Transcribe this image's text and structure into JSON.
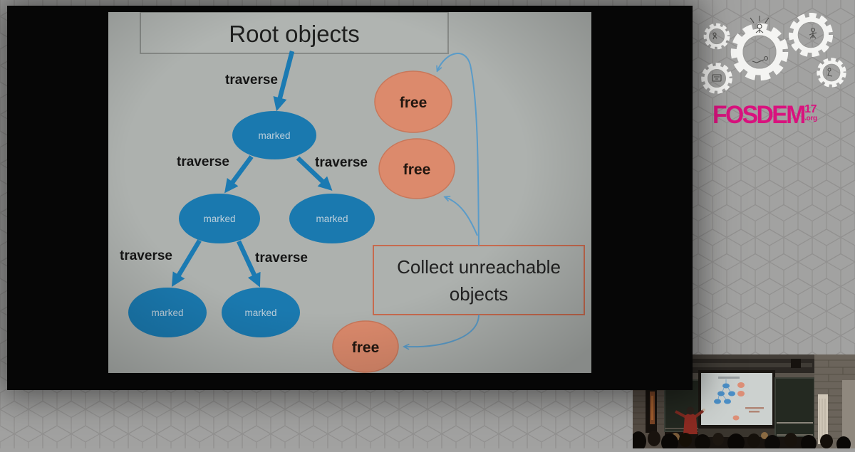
{
  "brand": {
    "name": "FOSDEM",
    "year": "17",
    "suffix": ".org",
    "accent_color": "#d9127e"
  },
  "slide": {
    "root_label": "Root objects",
    "collect_line1": "Collect unreachable",
    "collect_line2": "objects",
    "marked_labels": [
      "marked",
      "marked",
      "marked",
      "marked",
      "marked"
    ],
    "free_labels": [
      "free",
      "free",
      "free"
    ],
    "edges": [
      {
        "from": "root-objects",
        "to": "marked-1",
        "label": "traverse"
      },
      {
        "from": "marked-1",
        "to": "marked-2",
        "label": "traverse"
      },
      {
        "from": "marked-1",
        "to": "marked-3",
        "label": "traverse"
      },
      {
        "from": "marked-2",
        "to": "marked-4",
        "label": "traverse"
      },
      {
        "from": "marked-2",
        "to": "marked-5",
        "label": "traverse"
      },
      {
        "from": "collect-box",
        "to": "free-1",
        "label": ""
      },
      {
        "from": "collect-box",
        "to": "free-2",
        "label": ""
      },
      {
        "from": "collect-box",
        "to": "free-3",
        "label": ""
      }
    ],
    "colors": {
      "slide_bg": "#adb1ae",
      "marked_fill": "#1a79af",
      "marked_text": "#bccfdb",
      "free_fill": "#dc8a6c",
      "free_border": "#c8775a",
      "arrow": "#1b7ab2",
      "curve": "#5a9bc8",
      "collect_border": "#c76a4e",
      "text": "#1d1d1d"
    }
  }
}
